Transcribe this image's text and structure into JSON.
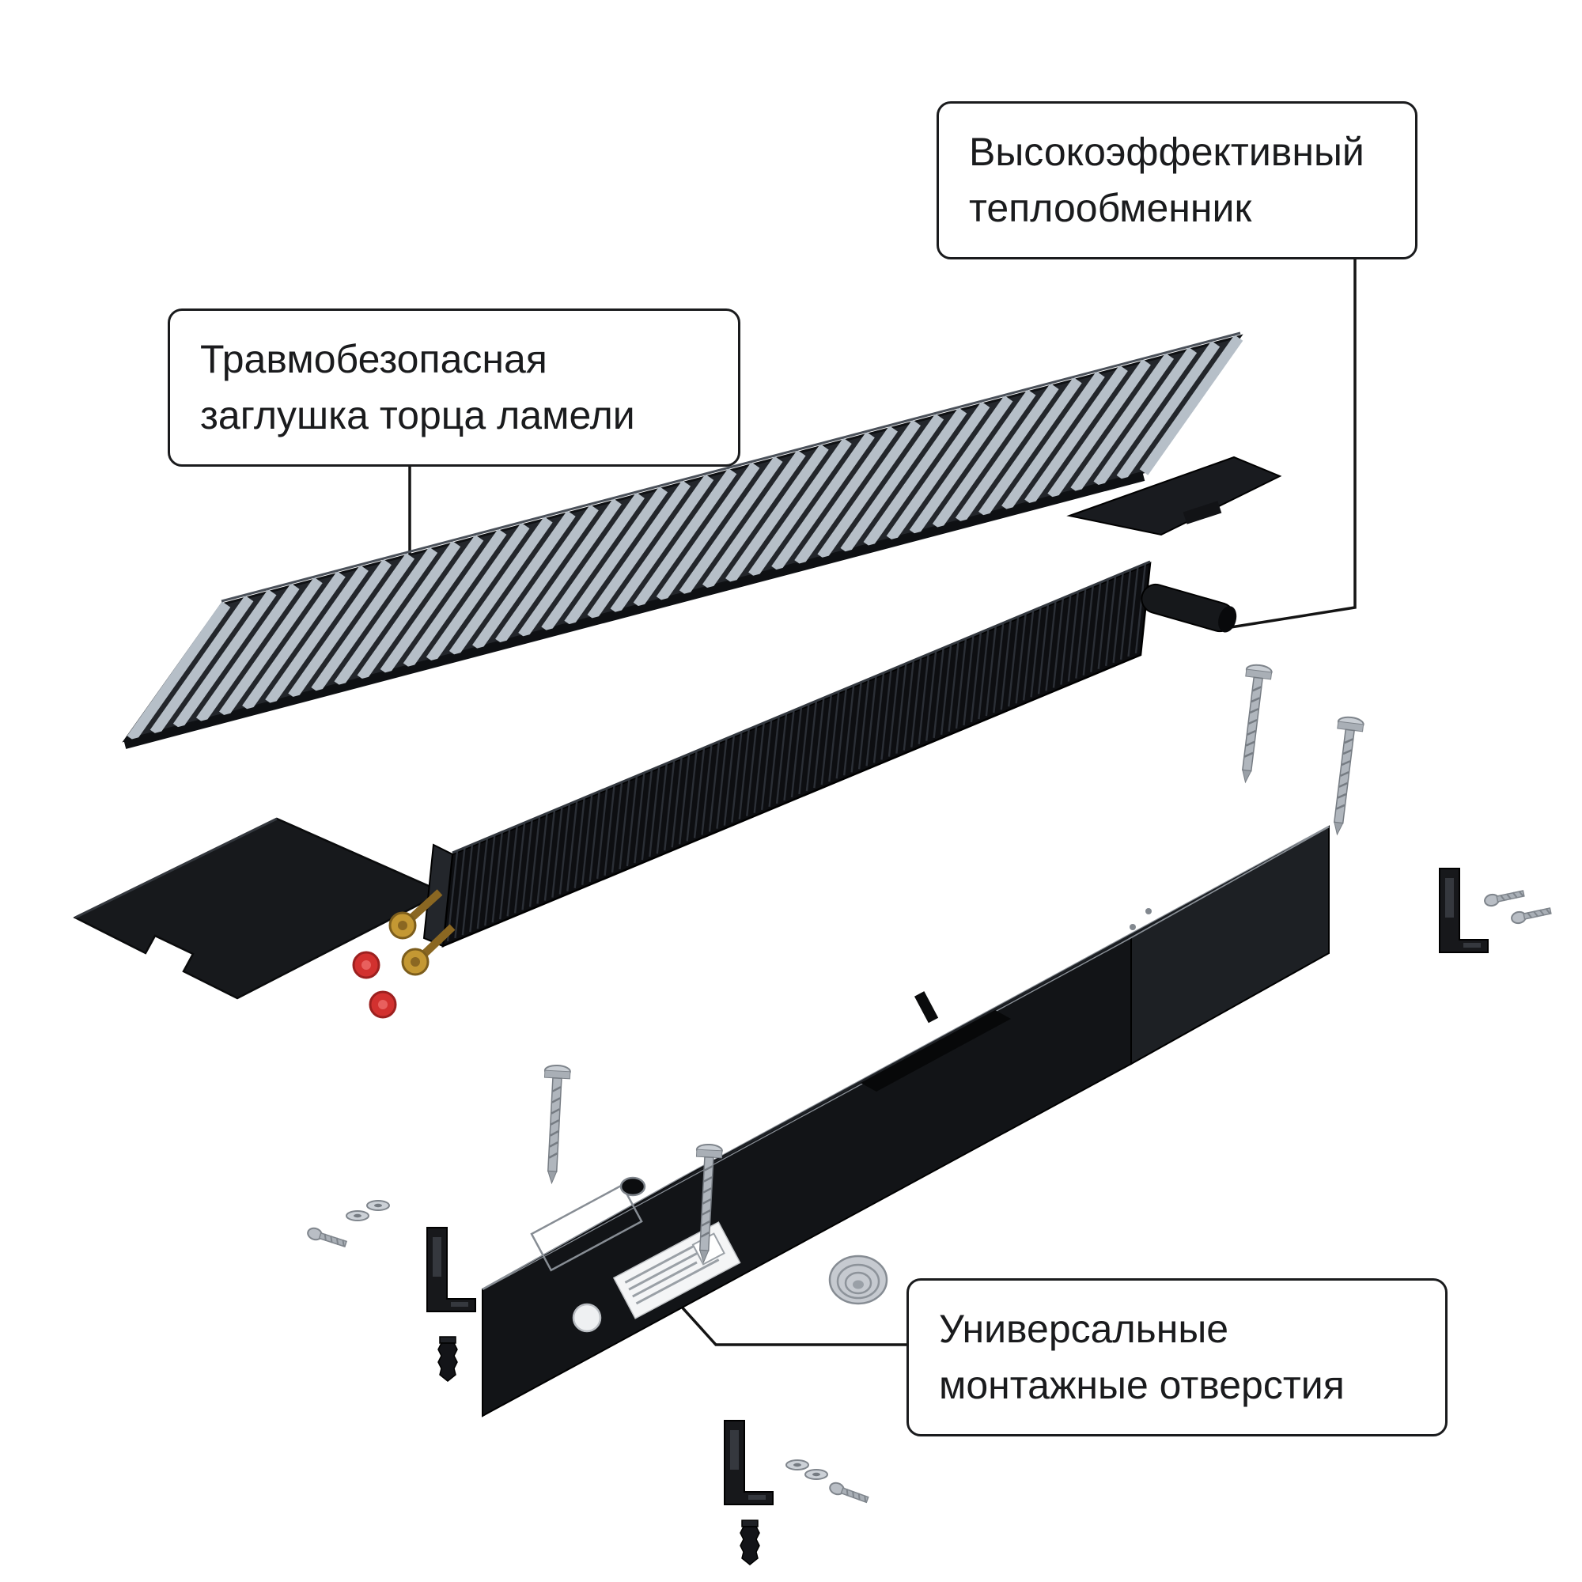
{
  "callouts": {
    "heat_exchanger": {
      "line1": "Высокоэффективный",
      "line2": "теплообменник"
    },
    "lamella_end_cap": {
      "line1": "Травмобезопасная",
      "line2": "заглушка торца ламели"
    },
    "mounting_holes": {
      "line1": "Универсальные",
      "line2": "монтажные отверстия"
    }
  },
  "colors": {
    "background": "#ffffff",
    "callout_border": "#1a1b1d",
    "callout_text": "#1a1b1d",
    "grille_slat": "#b6bfc8",
    "grille_base": "#23262b",
    "dark_metal": "#101214",
    "rim_silver": "#d3d7dc",
    "brass_fitting": "#c49833",
    "red_cap": "#d2312f"
  }
}
